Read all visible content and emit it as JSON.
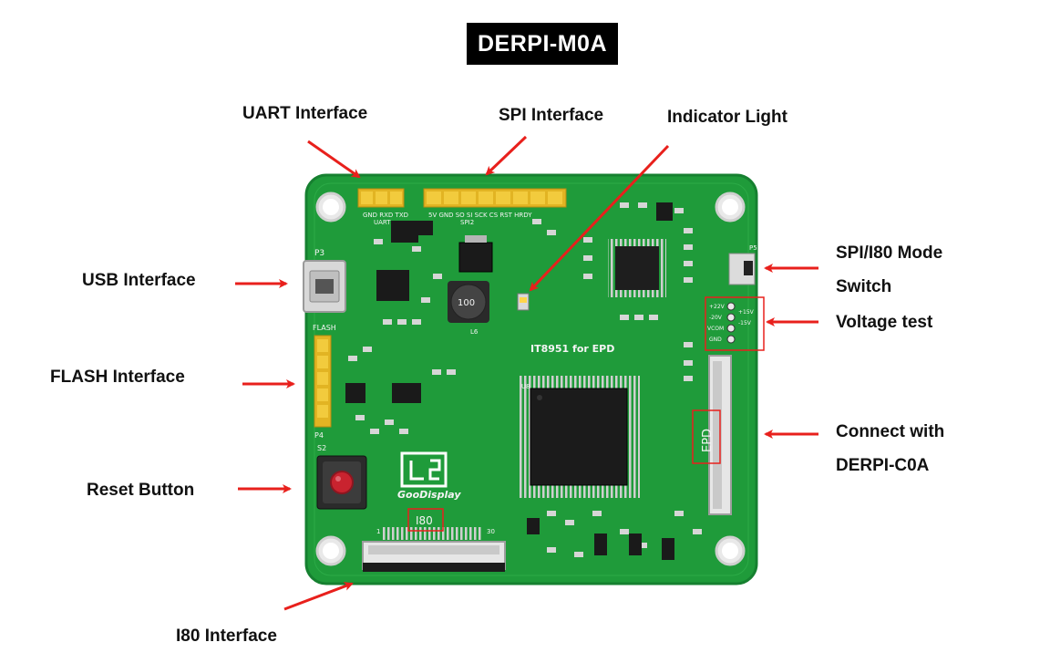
{
  "title": "DERPI-M0A",
  "labels": {
    "uart": "UART Interface",
    "spi": "SPI Interface",
    "indicator": "Indicator Light",
    "usb": "USB Interface",
    "flash": "FLASH Interface",
    "reset": "Reset Button",
    "i80": "I80 Interface",
    "mode_line1": "SPI/I80 Mode",
    "mode_line2": "Switch",
    "voltage": "Voltage test",
    "connect_line1": "Connect with",
    "connect_line2": "DERPI-C0A"
  },
  "board": {
    "chip_label": "IT8951 for EPD",
    "inductor_value": "100",
    "epd_marking": "EPD",
    "i80_marking": "I80",
    "brand": "GooDisplay",
    "uart_pins": "GND RXD TXD",
    "uart_header": "UART",
    "spi_pins": "5V GND SO SI SCK CS RST HRDY",
    "spi_header": "SPI2",
    "usb_ref": "P3",
    "flash_ref": "FLASH",
    "p4_ref": "P4",
    "s2_ref": "S2",
    "u8_ref": "U8",
    "l6_ref": "L6",
    "p5_ref": "P5",
    "volt_pins": [
      "+22V",
      "-20V",
      "VCOM",
      "GND"
    ],
    "volt_pins_right": [
      "+15V",
      "-15V"
    ],
    "fpc_start": "1",
    "fpc_end": "30",
    "colors": {
      "pcb": "#1f9b3a",
      "pcb_edge": "#168030",
      "arrow": "#e8201c",
      "header": "#e2b423"
    }
  }
}
